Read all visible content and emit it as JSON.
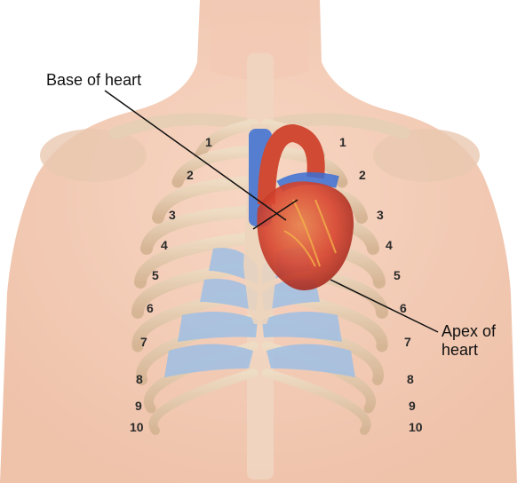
{
  "labels": {
    "base": "Base of heart",
    "apex_line1": "Apex of",
    "apex_line2": "heart"
  },
  "rib_numbers": {
    "left": [
      "1",
      "2",
      "3",
      "4",
      "5",
      "6",
      "7",
      "8",
      "9",
      "10"
    ],
    "right": [
      "1",
      "2",
      "3",
      "4",
      "5",
      "6",
      "7",
      "8",
      "9",
      "10"
    ]
  },
  "colors": {
    "skin": "#f4cdb8",
    "bone": "#e3c7a7",
    "cartilage": "#9fbfe4",
    "heart": "#d8452f",
    "vena_cava": "#3b6fd4",
    "leader_line": "#111111"
  }
}
